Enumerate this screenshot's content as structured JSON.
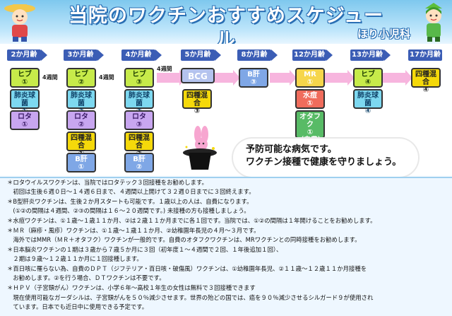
{
  "header": {
    "title": "当院のワクチンおすすめスケジュール",
    "clinic": "ほり小児科"
  },
  "ages": [
    "2か月齢",
    "3か月齢",
    "4か月齢",
    "5か月齢",
    "8か月齢",
    "12か月齢",
    "13か月齢",
    "17か月齢"
  ],
  "intervals": [
    "4週間",
    "4週間",
    "4週間"
  ],
  "vaccines": {
    "hib1": {
      "name": "ヒブ",
      "dose": "①"
    },
    "pneumo1": {
      "name": "肺炎球菌",
      "dose": "①"
    },
    "rota1": {
      "name": "ロタ",
      "dose": "①"
    },
    "hib2": {
      "name": "ヒブ",
      "dose": "②"
    },
    "pneumo2": {
      "name": "肺炎球菌",
      "dose": "②"
    },
    "rota2": {
      "name": "ロタ",
      "dose": "②"
    },
    "quad1": {
      "name": "四種混合",
      "dose": "①"
    },
    "hepb1": {
      "name": "B肝",
      "dose": "①"
    },
    "hib3": {
      "name": "ヒブ",
      "dose": "③"
    },
    "pneumo3": {
      "name": "肺炎球菌",
      "dose": "③"
    },
    "rota3": {
      "name": "ロタ",
      "dose": "③"
    },
    "quad2": {
      "name": "四種混合",
      "dose": "②"
    },
    "hepb2": {
      "name": "B肝",
      "dose": "②"
    },
    "bcg": {
      "name": "BCG",
      "dose": ""
    },
    "quad3": {
      "name": "四種混合",
      "dose": "③"
    },
    "hepb3": {
      "name": "B肝",
      "dose": "③"
    },
    "mr": {
      "name": "MR",
      "dose": "①"
    },
    "varicella": {
      "name": "水痘",
      "dose": "①"
    },
    "mumps": {
      "name": "オタフク",
      "dose": "①",
      "note": "（自費）"
    },
    "hib4": {
      "name": "ヒブ",
      "dose": "④"
    },
    "pneumo4": {
      "name": "肺炎球菌",
      "dose": "④"
    },
    "quad4": {
      "name": "四種混合",
      "dose": "④"
    }
  },
  "message": {
    "line1": "予防可能な病気です。",
    "line2": "ワクチン接種で健康を守りましょう。"
  },
  "notes": [
    "＊ロタウイルスワクチンは、当院ではロタテック３回接種をお勧めします。",
    "　初回は生後６週０日～１４週６日まで、４週間以上開けて３２週０日までに３回終えます。",
    "＊B型肝炎ワクチンは、生後２か月スタートも可能です。１歳以上の人は、自費になります。",
    "　(①②の間隔は４週間、②③の間隔は１６～２０週間です。) 未接種の方も接種しましょう。",
    "＊水痘ワクチンは、①１歳～１歳１１か月、②は２歳１１か月までに各１回です。当院では、①②の間隔は１年開けることをお勧めします。",
    "＊ＭＲ（麻疹・風疹）ワクチンは、①１歳～１歳１１か月、②幼稚園年長児の４月～３月です。",
    "　海外ではMMR（ＭＲ＋オタフク）ワクチンが一般的です。自費のオタフクワクチンは、MRワクチンとの同時接種をお勧めします。",
    "＊日本脳炎ワクチンの１期は３歳から７歳５か月に３回（初年度１～４週間で２回、１年後追加１回）、",
    "　２期は９歳～１２歳１１か月に１回接種します。",
    "＊百日咳に罹らない為、自費のＤＰＴ（ジフテリア・百日咳・破傷風）ワクチンは、①幼稚園年長児、②１１歳～１２歳１１か月接種を",
    "　お勧めします。②を行う場合、ＤＴワクチンは不要です。",
    "＊ＨＰＶ（子宮頸がん）ワクチンは、小学６年～高校１年生の女性は無料で３回接種できます",
    "　現在使用可能なガーダシルは、子宮頸がんを５０％減少させます。世界の殆どの国では、癌を９０％減少させるシルガード９が使用され",
    "　ています。日本でも近日中に使用できる予定です。"
  ],
  "colors": {
    "age_bar": "#3b5db5",
    "hib": "#c7eb4a",
    "pneumo": "#7dd8f0",
    "rota": "#c8a6f0",
    "quad": "#f5d90a",
    "hepb": "#7fa7e6",
    "mr": "#f6d64b",
    "varicella": "#f06c5c",
    "mumps": "#58bb66",
    "highlight": "#e0171b"
  }
}
